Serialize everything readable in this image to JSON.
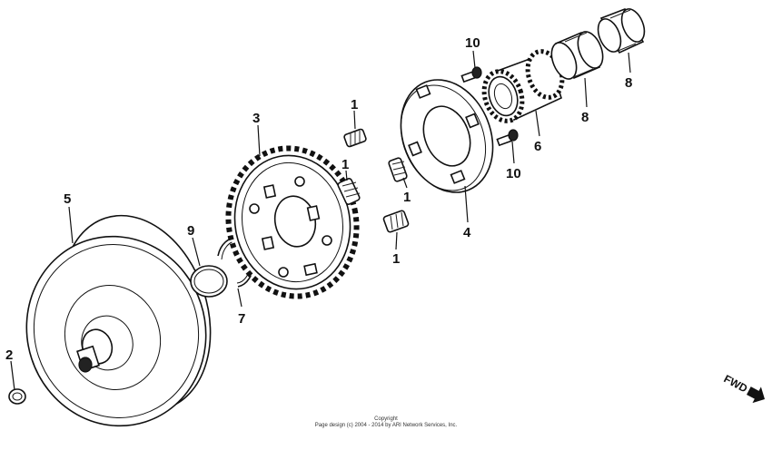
{
  "callouts": {
    "c1": "1",
    "c2": "2",
    "c3": "3",
    "c4": "4",
    "c5": "5",
    "c6": "6",
    "c7": "7",
    "c8": "8",
    "c9": "9",
    "c10": "10"
  },
  "copyright": {
    "line1": "Copyright",
    "line2": "Page design (c) 2004 - 2014 by ARI Network Services, Inc."
  },
  "direction_label": "FWD"
}
